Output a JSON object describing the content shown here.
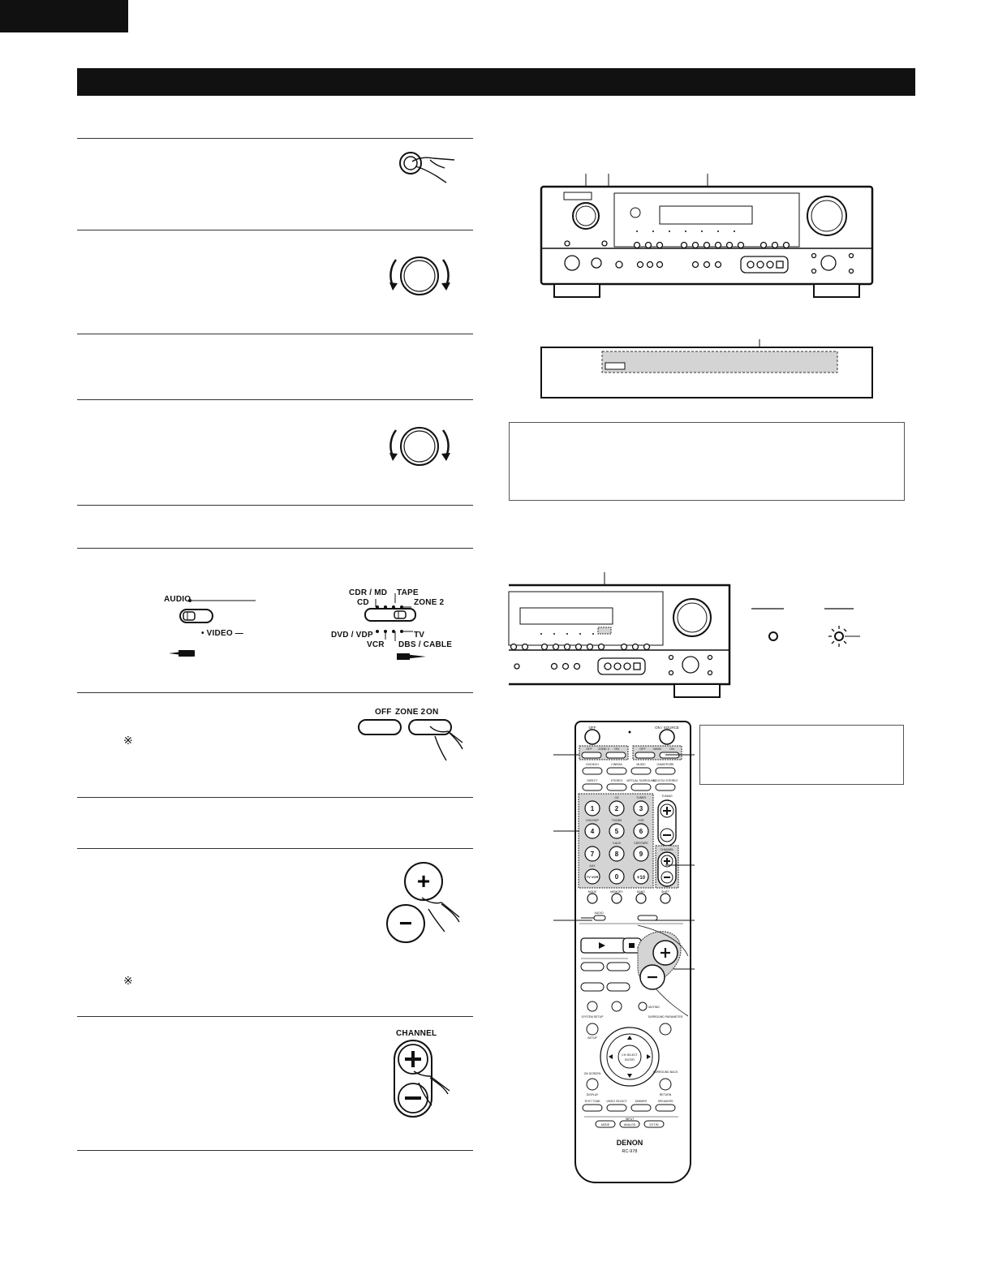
{
  "left_steps": {
    "slider1": {
      "audio": "AUDIO",
      "video": "• VIDEO —"
    },
    "slider2": {
      "cdr_md": "CDR / MD",
      "tape": "TAPE",
      "cd": "CD",
      "zone2": "ZONE 2",
      "dvd_vdp": "DVD / VDP",
      "tv": "TV",
      "vcr": "VCR",
      "dbs_cable": "DBS / CABLE"
    },
    "zone_buttons": {
      "off": "OFF",
      "zone2": "ZONE 2",
      "on": "ON"
    },
    "note_mark": "※",
    "channel": "CHANNEL",
    "plus": "+",
    "minus": "−"
  },
  "remote": {
    "brand": "DENON",
    "model": "RC-978",
    "top_left": "OFF",
    "top_right": "ON / SOURCE",
    "zone_off": "OFF",
    "zone_label": "ZONE 2",
    "zone_on": "ON",
    "main_off": "OFF",
    "main_label": "MAIN",
    "main_on": "ON",
    "row1": [
      "DVD/6CH",
      "CINEMA",
      "MUSIC",
      "GAME/PURE"
    ],
    "row2": [
      "DIRECT",
      "STEREO",
      "VIRTUAL SURROUND",
      "5CH/7CH STEREO"
    ],
    "num_labels": [
      "",
      "CD",
      "TUNER",
      "DVD/VDP",
      "TV/DBS",
      "VCR",
      "",
      "V.AUX",
      "CDR/TAPE",
      "AUX"
    ],
    "nums": [
      "1",
      "2",
      "3",
      "4",
      "5",
      "6",
      "7",
      "8",
      "9"
    ],
    "tv_vcr": "TV VCR",
    "zero": "0",
    "plus10": "+10",
    "bottom_row": [
      "MODE",
      "MEMORY",
      "BAND",
      "SHIFT"
    ],
    "tuning": "TUNING",
    "channel": "CHANNEL",
    "audio": "AUDIO",
    "system_setup": "SYSTEM SETUP",
    "setup": "SETUP",
    "surround_params": "SURROUND PARAMETER",
    "muting": "MUTING",
    "ch_select": "CH SELECT",
    "enter": "ENTER",
    "on_screen": "ON SCREEN",
    "display": "DISPLAY",
    "surround_back": "SURROUND BACK",
    "return": "RETURN",
    "func_row": [
      "TEST TONE",
      "VIDEO SELECT",
      "DIMMER",
      "SPEAKERS"
    ],
    "input": "INPUT",
    "input_row": [
      "MODE",
      "ANALOG",
      "EXT.IN"
    ],
    "brand_footer": "DENON",
    "model_footer": "RC-978"
  },
  "colors": {
    "ink": "#111111",
    "panel": "#f2f2f2",
    "screen": "#d6d6d6",
    "highlight": "#d4d4d4"
  }
}
